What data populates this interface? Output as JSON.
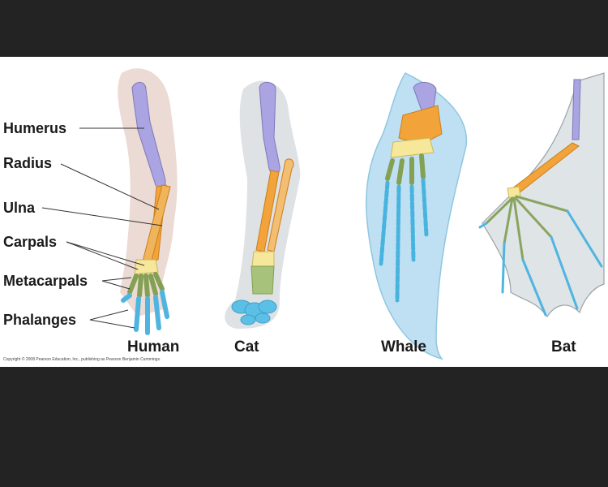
{
  "labels": {
    "bones": [
      "Humerus",
      "Radius",
      "Ulna",
      "Carpals",
      "Metacarpals",
      "Phalanges"
    ],
    "species": [
      "Human",
      "Cat",
      "Whale",
      "Bat"
    ]
  },
  "copyright": "Copyright © 2008 Pearson Education, Inc., publishing as Pearson Benjamin Cummings.",
  "colors": {
    "humerus": "#a9a3e0",
    "radius_ulna": "#f2a43a",
    "carpals": "#f6e79a",
    "metacarpals": "#a7c27a",
    "phalanges": "#5cc0e6",
    "human_skin": "#e7cfc8",
    "whale_fin": "#bfe0f2",
    "bat_wing": "#dde3e6"
  }
}
